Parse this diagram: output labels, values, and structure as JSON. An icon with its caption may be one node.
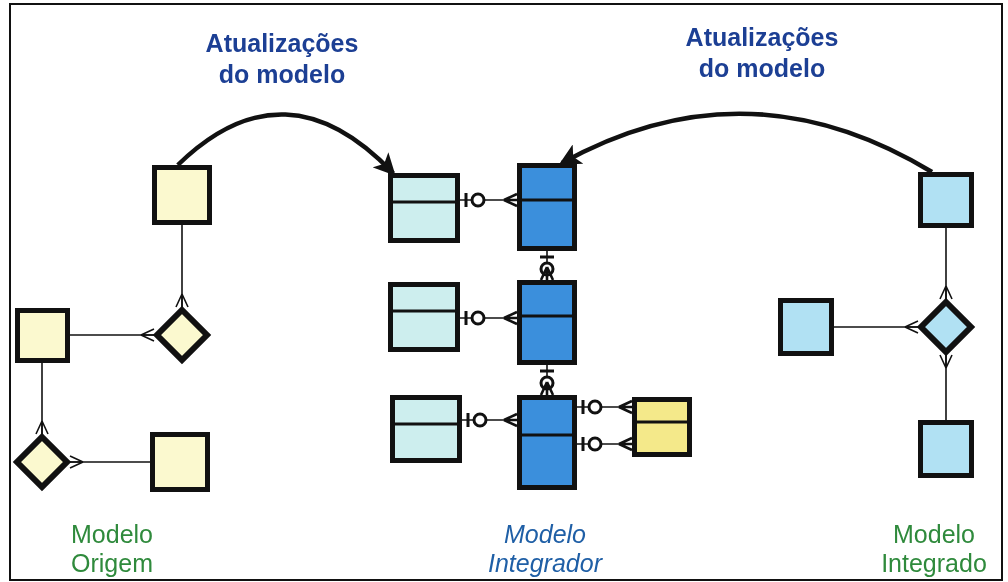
{
  "diagram": {
    "nodes": [
      {
        "text": [],
        "shape": "box"
      },
      {
        "text": [],
        "shape": "box"
      },
      {
        "text": [],
        "shape": "diamond"
      },
      {
        "text": [],
        "shape": "diamond"
      },
      {
        "text": [],
        "shape": "box"
      },
      {
        "text": [],
        "shape": "box"
      },
      {
        "text": [],
        "shape": "box"
      },
      {
        "text": [],
        "shape": "diamond"
      },
      {
        "text": [],
        "shape": "box"
      },
      {
        "text": [],
        "shape": "box"
      },
      {
        "text": [],
        "shape": "box"
      },
      {
        "text": [],
        "shape": "box"
      },
      {
        "text": [],
        "shape": "box"
      },
      {
        "text": [],
        "shape": "box"
      },
      {
        "text": [],
        "shape": "box"
      },
      {
        "text": [],
        "shape": "box"
      }
    ],
    "edges": [
      {
        "from": 0,
        "to": 2,
        "arrow": "other"
      },
      {
        "from": 1,
        "to": 2,
        "arrow": "other"
      },
      {
        "from": 1,
        "to": 3,
        "arrow": "other"
      },
      {
        "from": 4,
        "to": 3,
        "arrow": "other"
      },
      {
        "from": 5,
        "to": 7,
        "arrow": "other"
      },
      {
        "from": 6,
        "to": 7,
        "arrow": "other"
      },
      {
        "from": 8,
        "to": 7,
        "arrow": "other"
      },
      {
        "from": 9,
        "to": 10,
        "arrow": "other"
      },
      {
        "from": 11,
        "to": 12,
        "arrow": "other"
      },
      {
        "from": 13,
        "to": 14,
        "arrow": "other"
      },
      {
        "from": 10,
        "to": 12,
        "arrow": "other"
      },
      {
        "from": 12,
        "to": 14,
        "arrow": "other"
      },
      {
        "from": 14,
        "to": 15,
        "arrow": "other"
      },
      {
        "from": 14,
        "to": 15,
        "arrow": "other"
      },
      {
        "from": 0,
        "to": 9,
        "arrow": "to",
        "label": "Atualizações do modelo",
        "style": "thick"
      },
      {
        "from": 5,
        "to": 10,
        "arrow": "to",
        "label": "Atualizações do modelo",
        "style": "thick"
      }
    ],
    "labels": [
      "Modelo Origem",
      "Modelo Integrador",
      "Modelo Integrado"
    ]
  }
}
